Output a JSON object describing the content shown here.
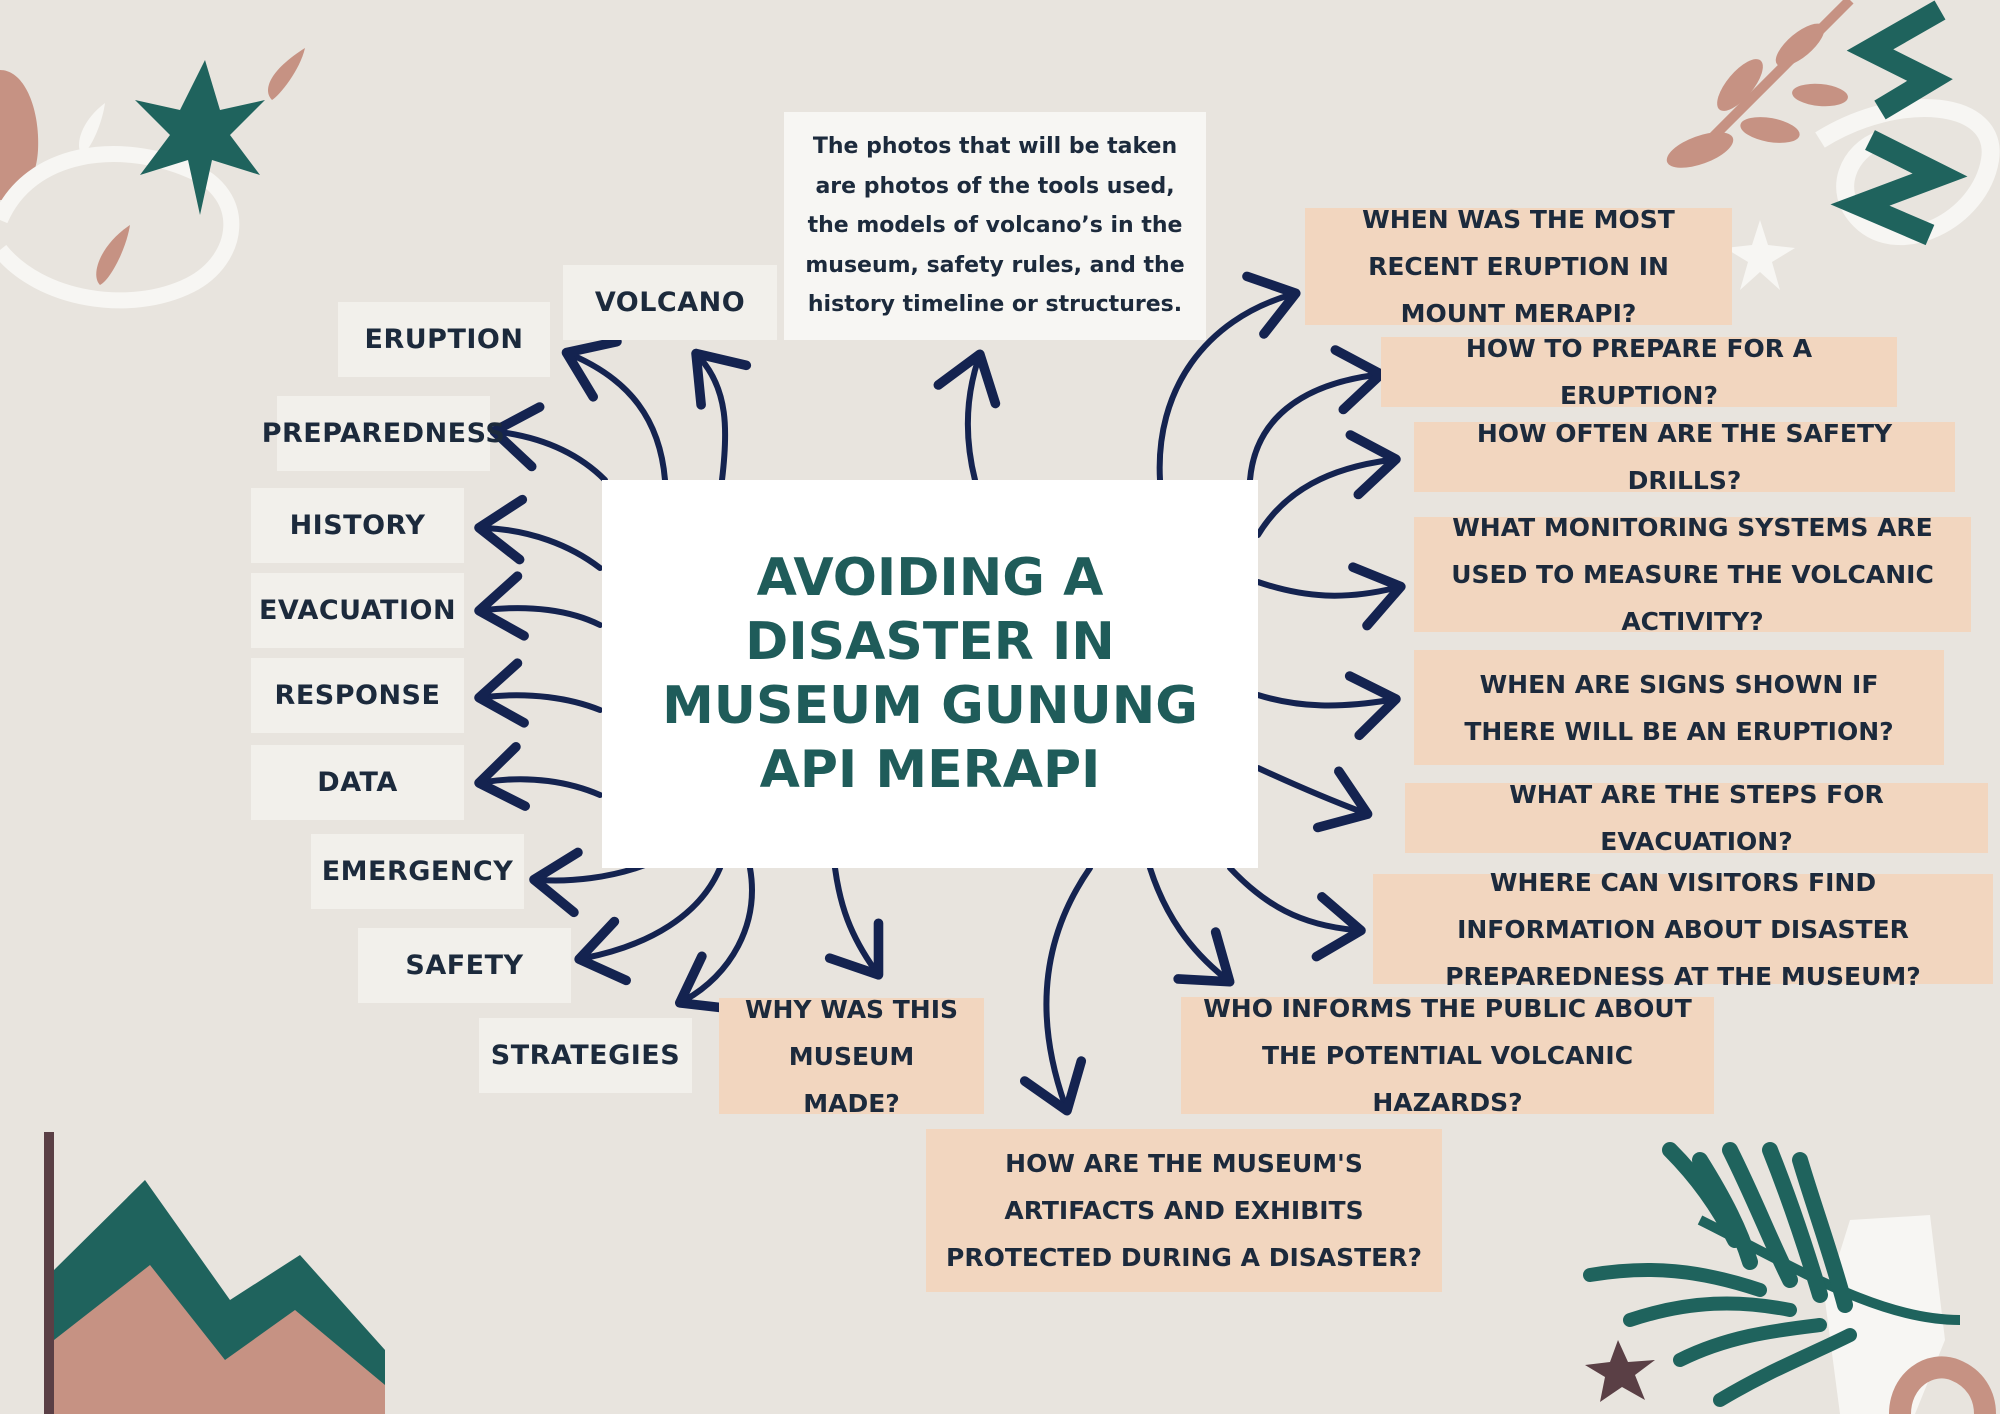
{
  "center_title": "AVOIDING A DISASTER IN MUSEUM GUNUNG API MERAPI",
  "note": "The photos that will be taken are photos of the tools used, the models of volcano’s in the museum, safety rules,  and the history timeline or structures.",
  "keywords": {
    "volcano": "VOLCANO",
    "eruption": "ERUPTION",
    "preparedness": "PREPAREDNESS",
    "history": "HISTORY",
    "evacuation": "EVACUATION",
    "response": "RESPONSE",
    "data": "DATA",
    "emergency": "EMERGENCY",
    "safety": "SAFETY",
    "strategies": "STRATEGIES"
  },
  "questions": {
    "recent_eruption": "WHEN WAS THE MOST RECENT ERUPTION IN MOUNT MERAPI?",
    "prepare": "HOW TO PREPARE FOR A ERUPTION?",
    "drills": "HOW OFTEN ARE THE SAFETY DRILLS?",
    "monitoring": "WHAT MONITORING SYSTEMS ARE USED TO MEASURE THE VOLCANIC ACTIVITY?",
    "signs": "WHEN ARE SIGNS SHOWN IF THERE WILL BE AN ERUPTION?",
    "evacuation_steps": "WHAT ARE THE STEPS FOR EVACUATION?",
    "information": "WHERE CAN VISITORS FIND INFORMATION ABOUT DISASTER PREPAREDNESS AT THE MUSEUM?",
    "informs_public": "WHO INFORMS THE PUBLIC ABOUT THE POTENTIAL VOLCANIC HAZARDS?",
    "artifacts": "HOW ARE THE MUSEUM'S ARTIFACTS AND EXHIBITS PROTECTED DURING A DISASTER?",
    "why_made": "WHY WAS THIS MUSEUM MADE?"
  },
  "colors": {
    "background": "#e8e4de",
    "keyword_box": "#f2f0eb",
    "question_box": "#f2d6bf",
    "arrow": "#142350",
    "title_text": "#1f5c5a",
    "teal": "#1f635d",
    "rose": "#c69283",
    "plum": "#5a3f45"
  }
}
